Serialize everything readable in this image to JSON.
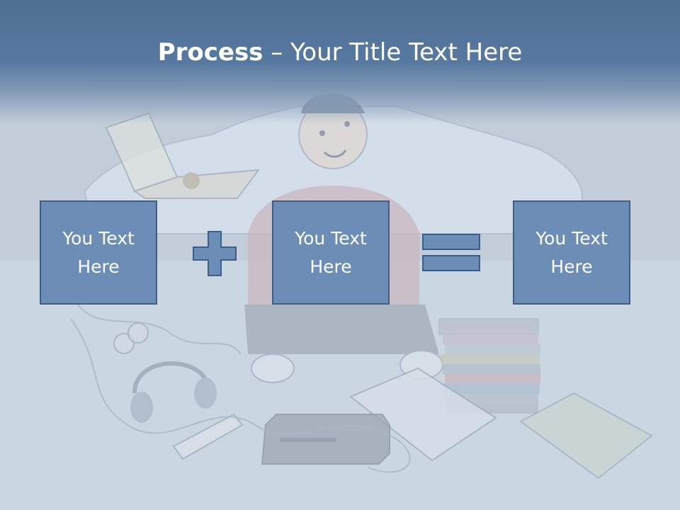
{
  "slide": {
    "title_strong": "Process",
    "title_rest": " – Your Title Text Here"
  },
  "process": {
    "boxes": [
      {
        "label": "You Text\nHere"
      },
      {
        "label": "You Text\nHere"
      },
      {
        "label": "You Text\nHere"
      }
    ],
    "operators": [
      "plus",
      "equals"
    ]
  },
  "background": {
    "description_icon": "cluttered-room-illustration"
  },
  "colors": {
    "title_band": "#5779a0",
    "box_fill": "#6b8db6",
    "box_border": "#3d5e86",
    "operator_fill": "#6b8db6",
    "text": "#ffffff"
  }
}
